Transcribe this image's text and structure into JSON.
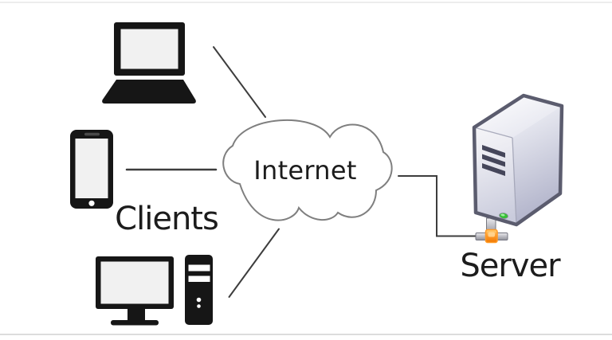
{
  "diagram": {
    "title": "Clients - Internet - Server network diagram",
    "labels": {
      "internet": "Internet",
      "clients": "Clients",
      "server": "Server"
    },
    "nodes": [
      {
        "id": "laptop",
        "role": "client",
        "icon": "laptop-icon"
      },
      {
        "id": "smartphone",
        "role": "client",
        "icon": "smartphone-icon"
      },
      {
        "id": "desktop",
        "role": "client",
        "icon": "desktop-computer-icon"
      },
      {
        "id": "internet",
        "role": "network",
        "icon": "cloud-icon",
        "label": "Internet"
      },
      {
        "id": "server",
        "role": "server",
        "icon": "server-tower-icon",
        "label": "Server"
      }
    ],
    "connections": [
      {
        "from": "laptop",
        "to": "internet"
      },
      {
        "from": "smartphone",
        "to": "internet"
      },
      {
        "from": "desktop",
        "to": "internet"
      },
      {
        "from": "internet",
        "to": "server"
      }
    ],
    "colors": {
      "device_black": "#161616",
      "device_screen": "#f1f1f1",
      "phone_speaker": "#4a4a4a",
      "cloud_fill": "#ffffff",
      "cloud_outline": "#7f7f7f",
      "connection_line": "#3d3d3d",
      "server_outline": "#5b5c6e",
      "server_slot": "#45465a",
      "connector_orange": "#ff9a26",
      "led_green": "#35c035",
      "label_text": "#1c1c1c",
      "frame_line": "#e3e3e3"
    }
  }
}
